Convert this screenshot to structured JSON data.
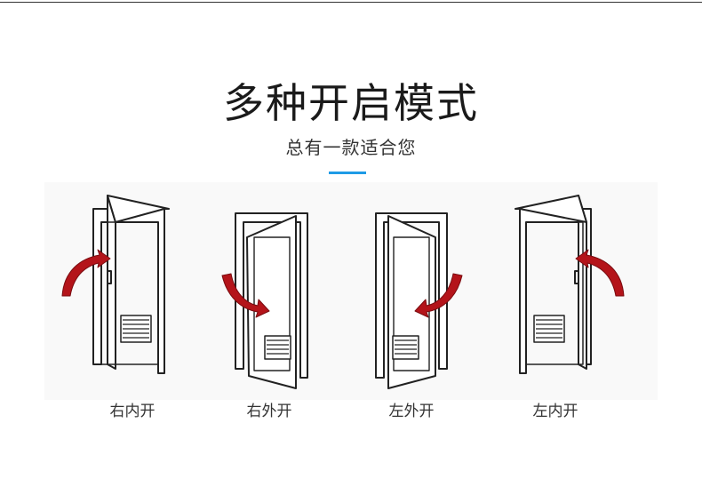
{
  "title": "多种开启模式",
  "subtitle": "总有一款适合您",
  "colors": {
    "accent": "#1e9be6",
    "arrow": "#b4141a",
    "line": "#222222"
  },
  "options": [
    {
      "label": "右内开",
      "icon": "right-inward-door-icon"
    },
    {
      "label": "右外开",
      "icon": "right-outward-door-icon"
    },
    {
      "label": "左外开",
      "icon": "left-outward-door-icon"
    },
    {
      "label": "左内开",
      "icon": "left-inward-door-icon"
    }
  ]
}
